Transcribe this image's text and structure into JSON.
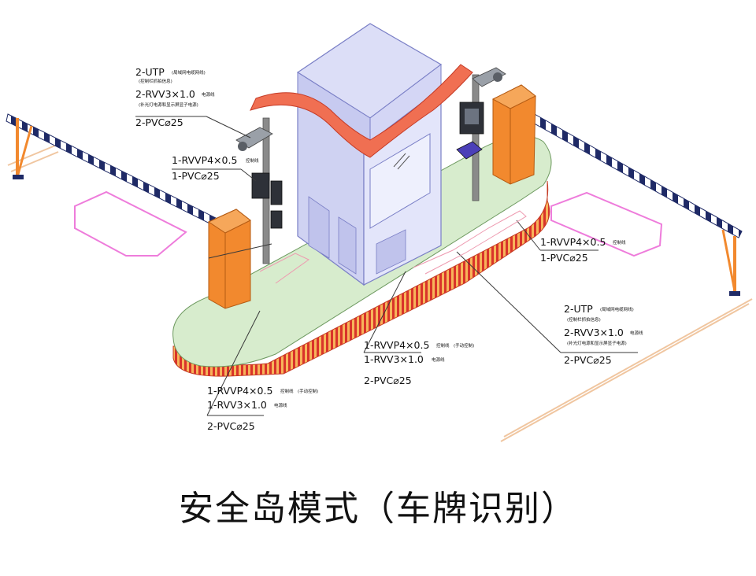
{
  "caption": "安全岛模式（车牌识别）",
  "colors": {
    "island_green": "#d7eccd",
    "island_curb": "#e0442a",
    "barrier_orange": "#f2892e",
    "booth_lavender": "#d7d9f6",
    "roof_red": "#f06f52",
    "line_color": "#3a3a3a",
    "zone_outline": "#ee7cdb"
  },
  "labels": {
    "top_left": {
      "l1": "2-UTP",
      "l1n": "(局域网电缆网线)",
      "l1b": "(控制栏抓拍信息)",
      "l2": "2-RVV3×1.0",
      "l2n": "电源线",
      "l2b": "(补光灯电源和显示屏显子电源)",
      "l3": "2-PVC⌀25"
    },
    "mid_left": {
      "l1": "1-RVVP4×0.5",
      "l1n": "控制线",
      "l2": "1-PVC⌀25"
    },
    "right_upper": {
      "l1": "1-RVVP4×0.5",
      "l1n": "控制线",
      "l2": "1-PVC⌀25"
    },
    "right_lower": {
      "l1": "2-UTP",
      "l1n": "(局域网电缆网线)",
      "l1b": "(控制栏抓拍信息)",
      "l2": "2-RVV3×1.0",
      "l2n": "电源线",
      "l2b": "(补光灯电源和显示屏显子电源)",
      "l3": "2-PVC⌀25"
    },
    "center": {
      "l1": "1-RVVP4×0.5",
      "l1n": "控制线",
      "l1m": "(手动控制)",
      "l2": "1-RVV3×1.0",
      "l2n": "电源线",
      "l3": "2-PVC⌀25"
    },
    "bottom_left": {
      "l1": "1-RVVP4×0.5",
      "l1n": "控制线",
      "l1m": "(手动控制)",
      "l2": "1-RVV3×1.0",
      "l2n": "电源线",
      "l3": "2-PVC⌀25"
    }
  }
}
